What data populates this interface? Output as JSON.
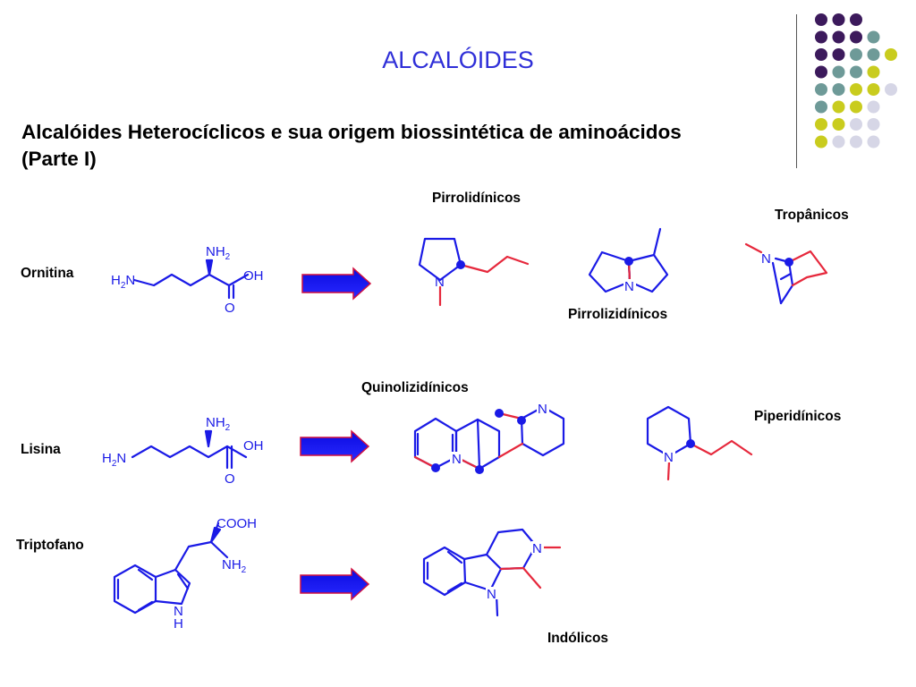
{
  "title": "ALCALÓIDES",
  "subtitle_line1": "Alcalóides Heterocíclicos e sua origem biossintética  de aminoácidos",
  "subtitle_line2": "(Parte I)",
  "colors": {
    "title": "#2f2fd8",
    "structure": "#1a1ae6",
    "highlight_bond": "#e6283c",
    "arrow_fill": "#1010ee",
    "arrow_edge": "#d01040",
    "dot_palette": [
      "#3c1a5c",
      "#6e9a98",
      "#c9cc1e",
      "#d6d6e6"
    ]
  },
  "amino_acids": {
    "ornitina": "Ornitina",
    "lisina": "Lisina",
    "triptofano": "Triptofano"
  },
  "classes": {
    "pirrolidinicos": "Pirrolidínicos",
    "tropanicos": "Tropânicos",
    "pirrolizidinicos": "Pirrolizidínicos",
    "quinolizidinicos": "Quinolizidínicos",
    "piperidinicos": "Piperidínicos",
    "indolicos": "Indólicos"
  },
  "atoms": {
    "nh2": "NH",
    "h2": "H",
    "sub2": "2",
    "oh": "OH",
    "o": "O",
    "n": "N",
    "h": "H",
    "cooh": "COOH"
  }
}
